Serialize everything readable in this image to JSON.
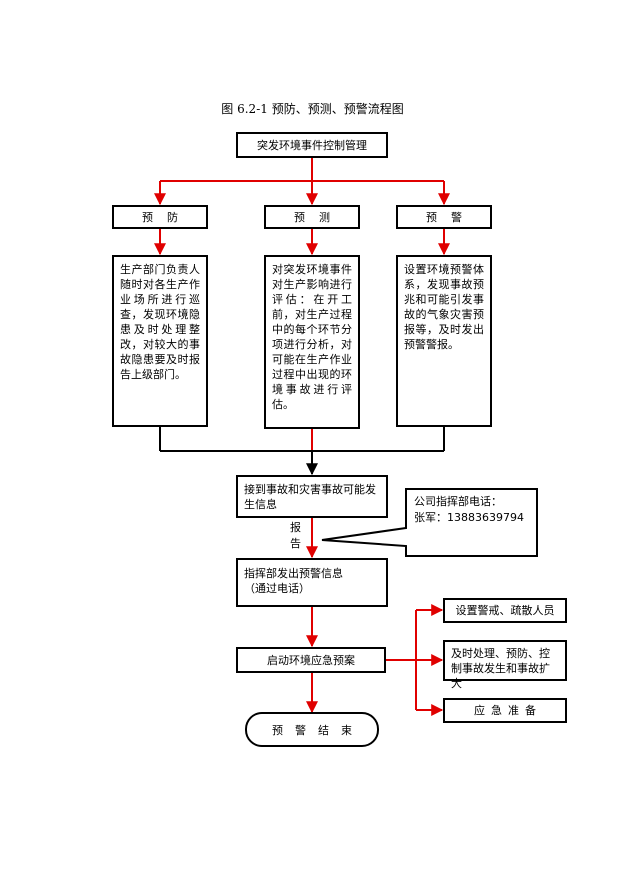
{
  "title": "图 6.2-1   预防、预测、预警流程图",
  "top_box": "突发环境事件控制管理",
  "branches": [
    {
      "header": "预防",
      "body": "生产部门负责人随时对各生产作业场所进行巡查，发现环境隐患及时处理整改，对较大的事故隐患要及时报告上级部门。"
    },
    {
      "header": "预测",
      "body": "对突发环境事件对生产影响进行评估：在开工前，对生产过程中的每个环节分项进行分析，对可能在生产作业过程中出现的环境事故进行评估。"
    },
    {
      "header": "预警",
      "body": "设置环境预警体系，发现事故预兆和可能引发事故的气象灾害预报等，及时发出预警警报。"
    }
  ],
  "report_box": "接到事故和灾害事故可能发生信息",
  "report_label": "报告",
  "callout": {
    "line1": "公司指挥部电话：",
    "line2": "张军：13883639794"
  },
  "warning_box": {
    "line1": "指挥部发出预警信息",
    "line2": "（通过电话）"
  },
  "start_box": "启动环境应急预案",
  "actions": [
    "设置警戒、疏散人员",
    "及时处理、预防、控制事故发生和事故扩大",
    "应急准备"
  ],
  "end": "预警结束",
  "colors": {
    "arrow": "#e00000",
    "line": "#000000"
  }
}
